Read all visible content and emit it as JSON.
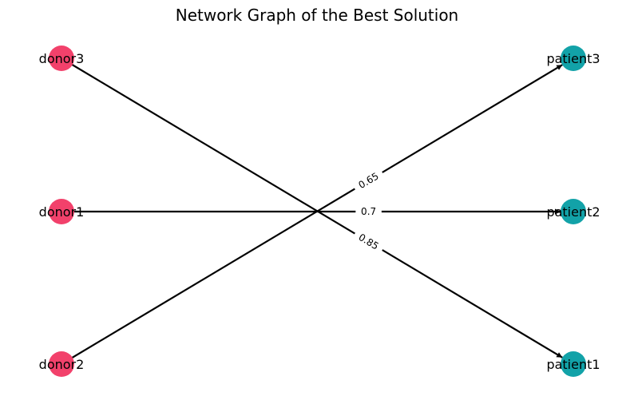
{
  "title": "Network Graph of the Best Solution",
  "colors": {
    "donor": "#f2416b",
    "patient": "#12a2a8",
    "edge": "#000000"
  },
  "nodes": [
    {
      "id": "donor3",
      "label": "donor3",
      "group": "donor"
    },
    {
      "id": "donor1",
      "label": "donor1",
      "group": "donor"
    },
    {
      "id": "donor2",
      "label": "donor2",
      "group": "donor"
    },
    {
      "id": "patient3",
      "label": "patient3",
      "group": "patient"
    },
    {
      "id": "patient2",
      "label": "patient2",
      "group": "patient"
    },
    {
      "id": "patient1",
      "label": "patient1",
      "group": "patient"
    }
  ],
  "edges": [
    {
      "from": "donor3",
      "to": "patient1",
      "label": "0.85"
    },
    {
      "from": "donor1",
      "to": "patient2",
      "label": "0.7"
    },
    {
      "from": "donor2",
      "to": "patient3",
      "label": "0.65"
    }
  ]
}
